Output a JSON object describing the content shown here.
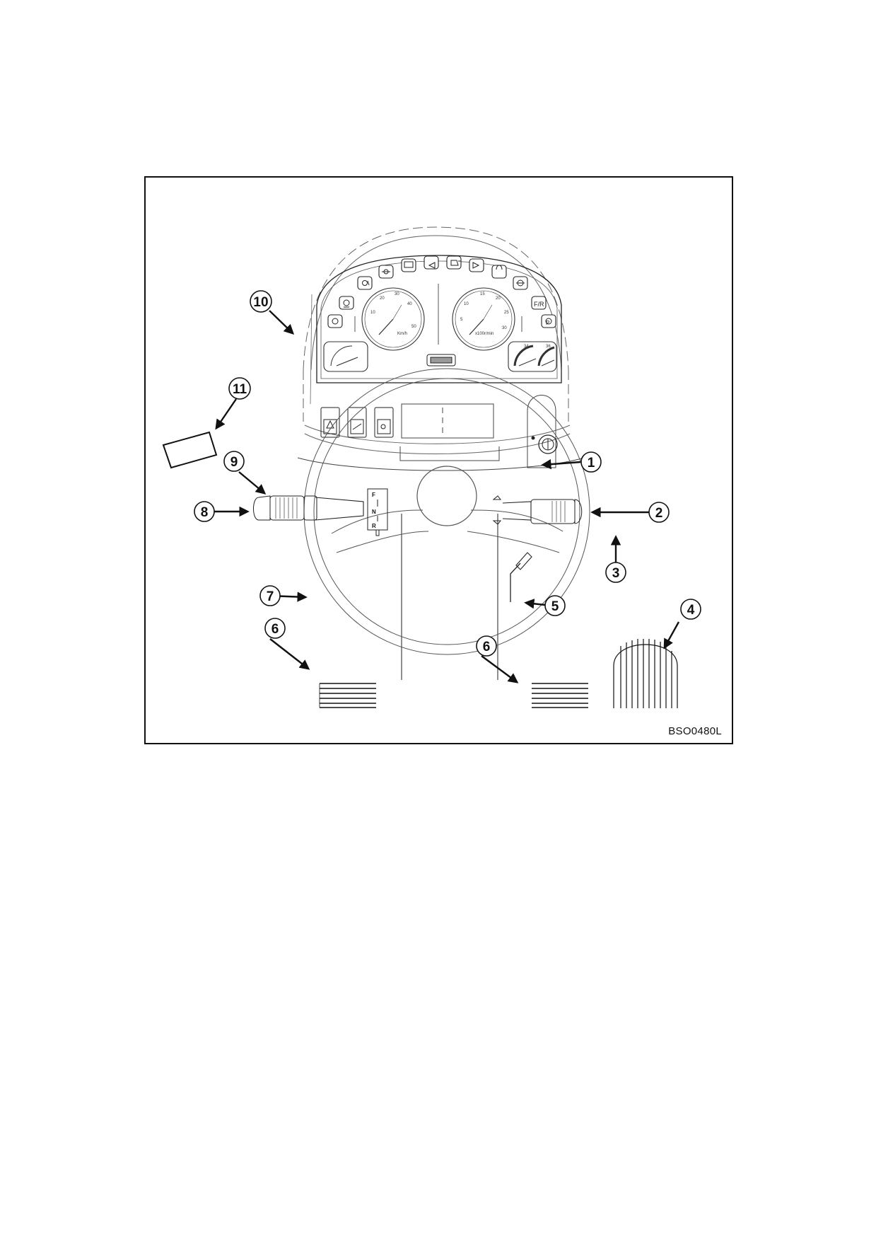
{
  "figure": {
    "code": "BSO0480L",
    "callouts": [
      "1",
      "2",
      "3",
      "4",
      "5",
      "6",
      "6",
      "7",
      "8",
      "9",
      "10",
      "11"
    ],
    "speedometer": {
      "ticks": [
        "10",
        "20",
        "30",
        "40",
        "50"
      ],
      "unit": "Km/h"
    },
    "tachometer": {
      "ticks": [
        "5",
        "10",
        "15",
        "20",
        "25",
        "30"
      ],
      "unit": "x100r/min"
    },
    "gauge_marks": [
      "34",
      "36"
    ],
    "indicator_fr": "F/R",
    "indicator_p": "P",
    "shifter_letters": [
      "F",
      "N",
      "R"
    ]
  }
}
